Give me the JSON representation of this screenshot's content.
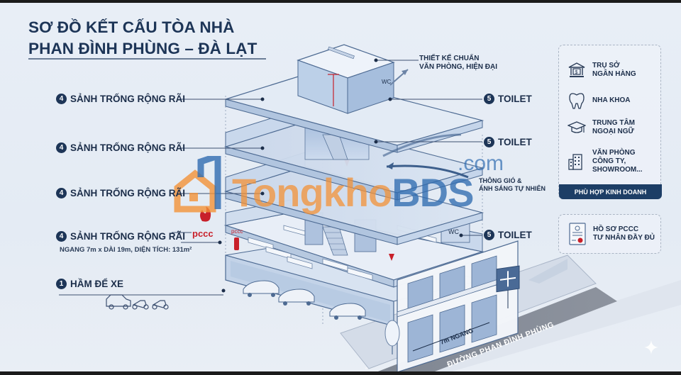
{
  "title": {
    "line1": "SƠ ĐỒ KẾT CẤU TÒA NHÀ",
    "line2": "PHAN ĐÌNH PHÙNG – ĐÀ LẠT"
  },
  "left_labels": [
    {
      "badge": "4",
      "text": "SẢNH TRỐNG RỘNG RÃI"
    },
    {
      "badge": "4",
      "text": "SẢNH TRỐNG RỘNG RÃI"
    },
    {
      "badge": "4",
      "text": "SẢNH TRỐNG RỘNG RÃI"
    },
    {
      "badge": "4",
      "text": "SẢNH TRỐNG RỘNG RÃI",
      "sub": "NGANG 7m x DÀI 19m, DIỆN TÍCH: 131m²"
    },
    {
      "badge": "1",
      "text": "HẦM ĐỂ XE"
    }
  ],
  "pccc_label": "pccc",
  "pccc_small_label": "pccc",
  "right_labels": [
    {
      "badge": "5",
      "text": "TOILET"
    },
    {
      "badge": "5",
      "text": "TOILET"
    },
    {
      "badge": "5",
      "text": "TOILET"
    }
  ],
  "notes": {
    "design": [
      "THIẾT KẾ CHUẨN",
      "VĂN PHÒNG, HIỆN ĐẠI"
    ],
    "ventilation": [
      "THÔNG GIÓ &",
      "ÁNH SÁNG TỰ NHIÊN"
    ]
  },
  "wc_label": "WC",
  "side_box": {
    "items": [
      {
        "icon": "bank-icon",
        "lines": [
          "TRỤ SỞ",
          "NGÂN HÀNG"
        ]
      },
      {
        "icon": "tooth-icon",
        "lines": [
          "NHA KHOA"
        ]
      },
      {
        "icon": "graduation-cap-icon",
        "lines": [
          "TRUNG TÂM",
          "NGOẠI NGỮ"
        ]
      },
      {
        "icon": "office-building-icon",
        "lines": [
          "VĂN PHÒNG",
          "CÔNG TY,",
          "SHOWROOM..."
        ]
      }
    ],
    "footer": "PHÙ HỢP KINH DOANH"
  },
  "pccc_box": {
    "icon": "certificate-icon",
    "lines": [
      "HỒ SƠ PCCC",
      "TƯ NHÂN ĐẦY ĐỦ"
    ]
  },
  "street": {
    "width_label": "7m NGANG",
    "street_name": "ĐƯỜNG PHAN ĐÌNH PHÙNG"
  },
  "watermark": {
    "part1": "Tongkho",
    "part2": "BDS",
    "suffix": ".com"
  },
  "colors": {
    "navy": "#1d3557",
    "footer_navy": "#1d3e66",
    "pccc_red": "#c8202a",
    "watermark_orange": "#f39237",
    "watermark_blue": "#2f6cb0",
    "background": "#e6ecf5"
  }
}
